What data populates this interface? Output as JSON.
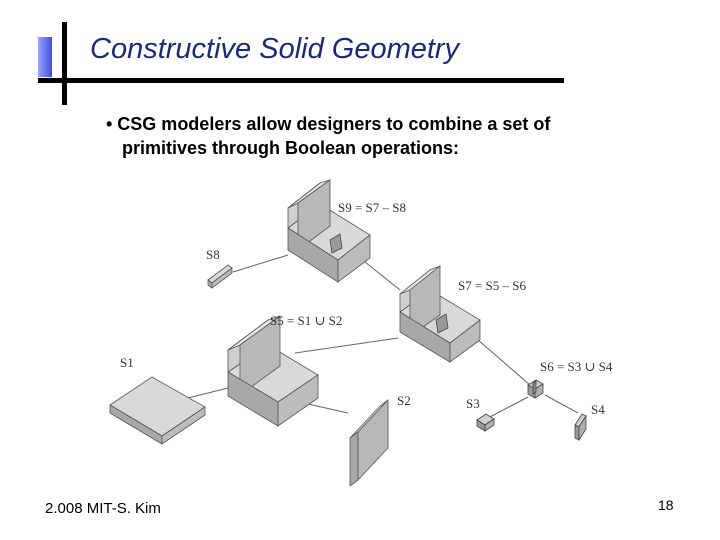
{
  "slide": {
    "title": "Constructive Solid Geometry",
    "bullet_line1": "• CSG modelers allow designers to combine a set of",
    "bullet_line2": "primitives through Boolean operations:",
    "footer_left": "2.008 MIT-S. Kim",
    "page_number": "18"
  },
  "colors": {
    "title": "#1a2a78",
    "accent": "#3f4fe0",
    "solid_top": "#d9d9d9",
    "solid_side": "#a8a8a8"
  },
  "diagram": {
    "equations": {
      "s9": "S9 = S7 – S8",
      "s7": "S7 = S5 – S6",
      "s5": "S5 = S1 ∪ S2",
      "s6": "S6 = S3 ∪ S4"
    },
    "primitives": {
      "s1": "S1",
      "s2": "S2",
      "s3": "S3",
      "s4": "S4",
      "s8": "S8"
    }
  }
}
